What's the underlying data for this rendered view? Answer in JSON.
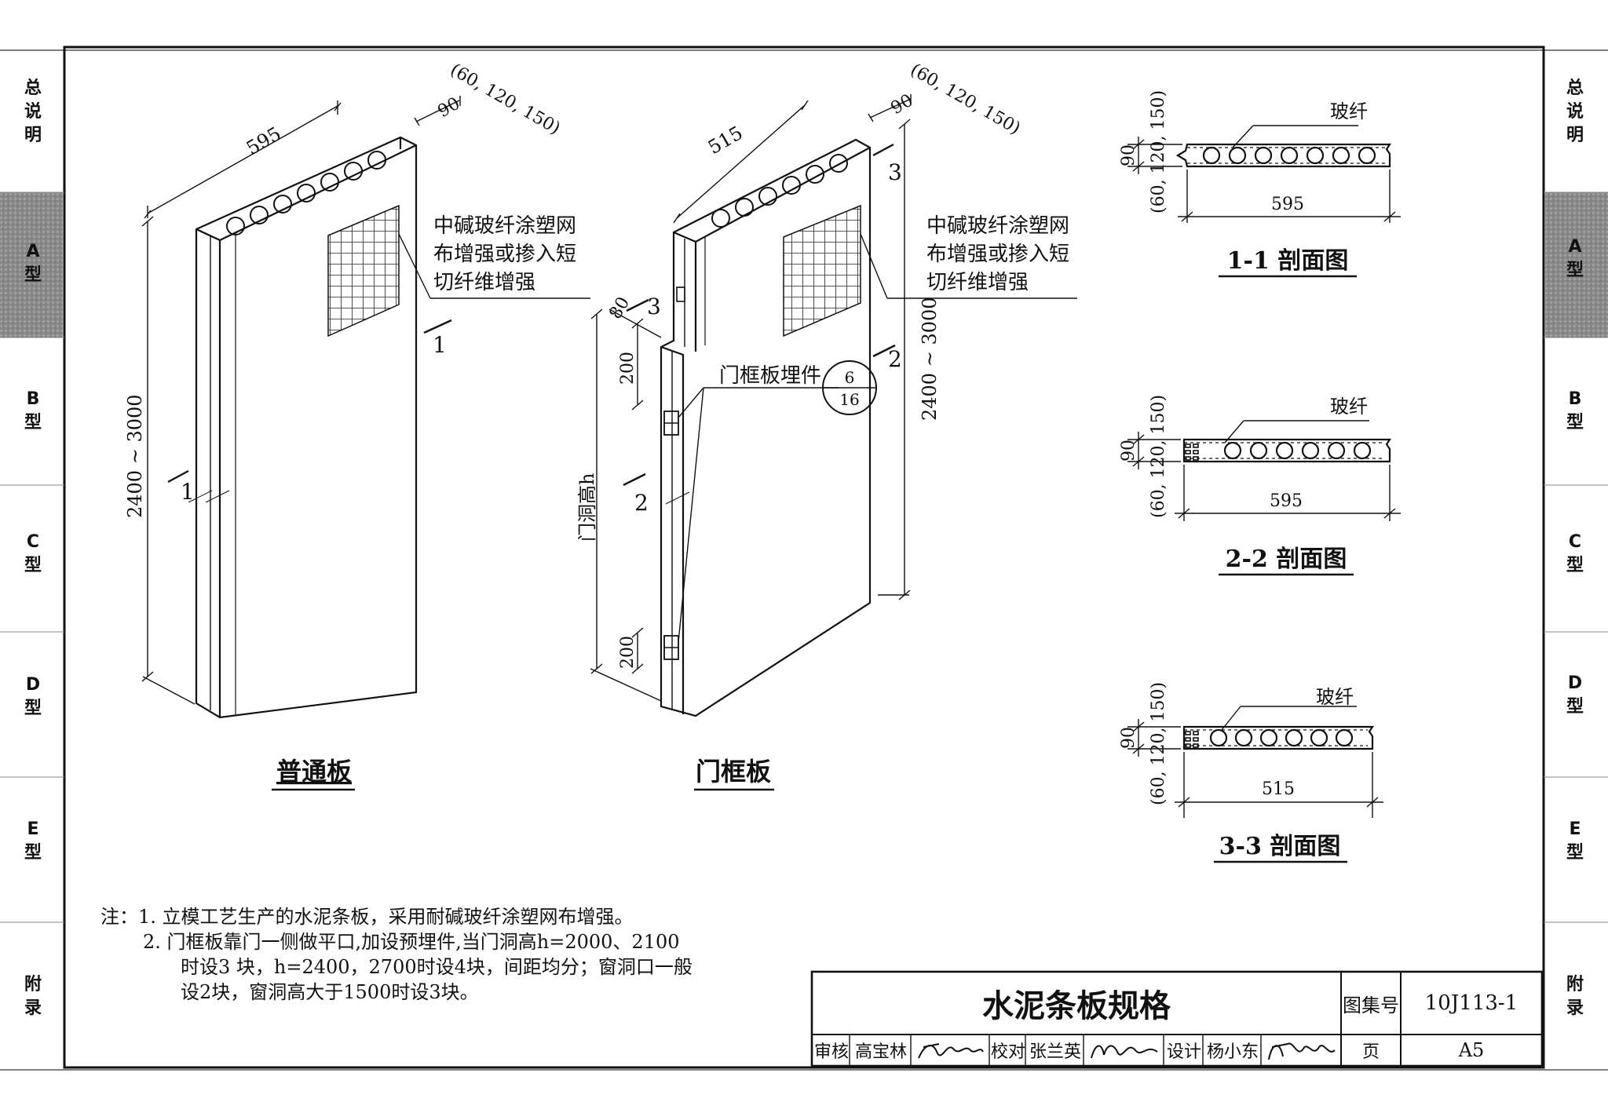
{
  "side_tabs": {
    "general": [
      "总",
      "说",
      "明"
    ],
    "a": [
      "A",
      "型"
    ],
    "b": [
      "B",
      "型"
    ],
    "c": [
      "C",
      "型"
    ],
    "d": [
      "D",
      "型"
    ],
    "e": [
      "E",
      "型"
    ],
    "appendix": [
      "附",
      "录"
    ]
  },
  "left_panel": {
    "width_dim": "595",
    "thickness_dim": "90",
    "thickness_alt": "(60, 120, 150)",
    "height_dim": "2400 ~ 3000",
    "mesh_note": [
      "中碱玻纤涂塑网",
      "布增强或掺入短",
      "切纤维增强"
    ],
    "section_mark": "1",
    "caption": "普通板"
  },
  "door_panel": {
    "width_dim": "515",
    "thickness_dim": "90",
    "thickness_alt": "(60, 120, 150)",
    "height_dim": "2400 ~ 3000",
    "mesh_note": [
      "中碱玻纤涂塑网",
      "布增强或掺入短",
      "切纤维增强"
    ],
    "section_mark_2": "2",
    "section_mark_3": "3",
    "top_offset": "80",
    "embed_spacing_top": "200",
    "embed_spacing_bottom": "200",
    "opening_height": "门洞高h",
    "embed_label": "门框板埋件",
    "detail_ref_top": "6",
    "detail_ref_bottom": "16",
    "caption": "门框板"
  },
  "sections": [
    {
      "fiber": "玻纤",
      "thickness": "90",
      "thickness_alt": "(60, 120, 150)",
      "width": "595",
      "caption": "1-1  剖面图"
    },
    {
      "fiber": "玻纤",
      "thickness": "90",
      "thickness_alt": "(60, 120, 150)",
      "width": "595",
      "caption": "2-2  剖面图"
    },
    {
      "fiber": "玻纤",
      "thickness": "90",
      "thickness_alt": "(60, 120, 150)",
      "width": "515",
      "caption": "3-3  剖面图"
    }
  ],
  "notes": {
    "prefix": "注：",
    "line1": "1.  立模工艺生产的水泥条板，采用耐碱玻纤涂塑网布增强。",
    "line2": "2.  门框板靠门一侧做平口,加设预埋件,当门洞高h=2000、2100",
    "line3": "时设3 块，h=2400，2700时设4块，间距均分；窗洞口一般",
    "line4": "设2块，窗洞高大于1500时设3块。"
  },
  "title_block": {
    "title": "水泥条板规格",
    "atlas_label": "图集号",
    "atlas_no": "10J113-1",
    "page_label": "页",
    "page_no": "A5",
    "review_label": "审核",
    "reviewer": "高宝林",
    "check_label": "校对",
    "checker": "张兰英",
    "design_label": "设计",
    "designer": "杨小东"
  }
}
